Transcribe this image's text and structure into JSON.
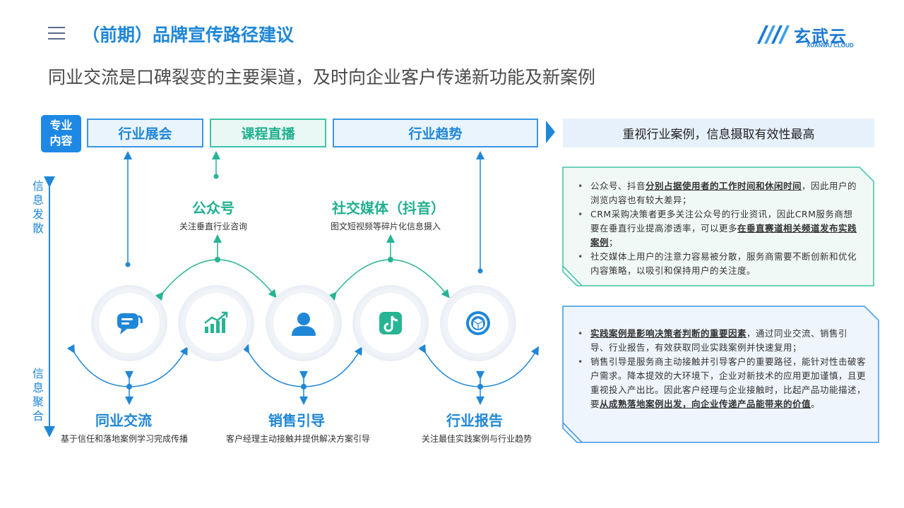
{
  "header": {
    "title": "（前期）品牌宣传路径建议",
    "subtitle": "同业交流是口碑裂变的主要渠道，及时向企业客户传递新功能及新案例",
    "logo_text": "玄武云",
    "logo_sub": "XUANWU CLOUD"
  },
  "top_row": {
    "pro_label_line1": "专业",
    "pro_label_line2": "内容",
    "categories": [
      "行业展会",
      "课程直播",
      "行业趋势"
    ]
  },
  "axis": {
    "top_label": "信息发散",
    "bottom_label": "信息聚合"
  },
  "nodes_top": [
    {
      "title": "公众号",
      "desc": "关注垂直行业咨询"
    },
    {
      "title": "社交媒体（抖音）",
      "desc": "图文短视频等碎片化信息摄入"
    }
  ],
  "nodes_bottom": [
    {
      "title": "同业交流",
      "desc": "基于信任和落地案例学习完成传播"
    },
    {
      "title": "销售引导",
      "desc": "客户经理主动接触并提供解决方案引导"
    },
    {
      "title": "行业报告",
      "desc": "关注最佳实践案例与行业趋势"
    }
  ],
  "icons": [
    "chat-icon",
    "growth-chart-icon",
    "user-icon",
    "tiktok-icon",
    "report-seal-icon"
  ],
  "right": {
    "header": "重视行业案例，信息摄取有效性最高",
    "panel1": [
      {
        "pre": "公众号、抖音",
        "u": "分别占据使用者的工作时间和休闲时间",
        "post": "，因此用户的浏览内容也有较大差异；"
      },
      {
        "pre": "CRM采购决策者更多关注公众号的行业资讯，因此CRM服务商想要在垂直行业提高渗透率，可以更多",
        "u": "在垂直赛道相关频道发布实践案例",
        "post": "；"
      },
      {
        "pre": "社交媒体上用户的注意力容易被分散，服务商需要不断创新和优化内容策略，以吸引和保持用户的关注度。",
        "u": "",
        "post": ""
      }
    ],
    "panel2": [
      {
        "pre": "",
        "u": "实践案例是影响决策者判断的重要因素",
        "post": "，通过同业交流、销售引导、行业报告，有效获取同业实践案例并快速复用；"
      },
      {
        "pre": "销售引导是服务商主动接触并引导客户的重要路径，能针对性击破客户需求。降本提效的大环境下，企业对新技术的应用更加谨慎，且更重视投入产出比。因此客户经理与企业接触时，比起产品功能描述，要",
        "u": "从成熟落地案例出发，向企业传递产品能带来的价值",
        "post": "。"
      }
    ]
  },
  "colors": {
    "primary": "#1f87d8",
    "green": "#21b08f",
    "panel_border": "#3ec3a6",
    "panel2_border": "#3a95e3"
  }
}
